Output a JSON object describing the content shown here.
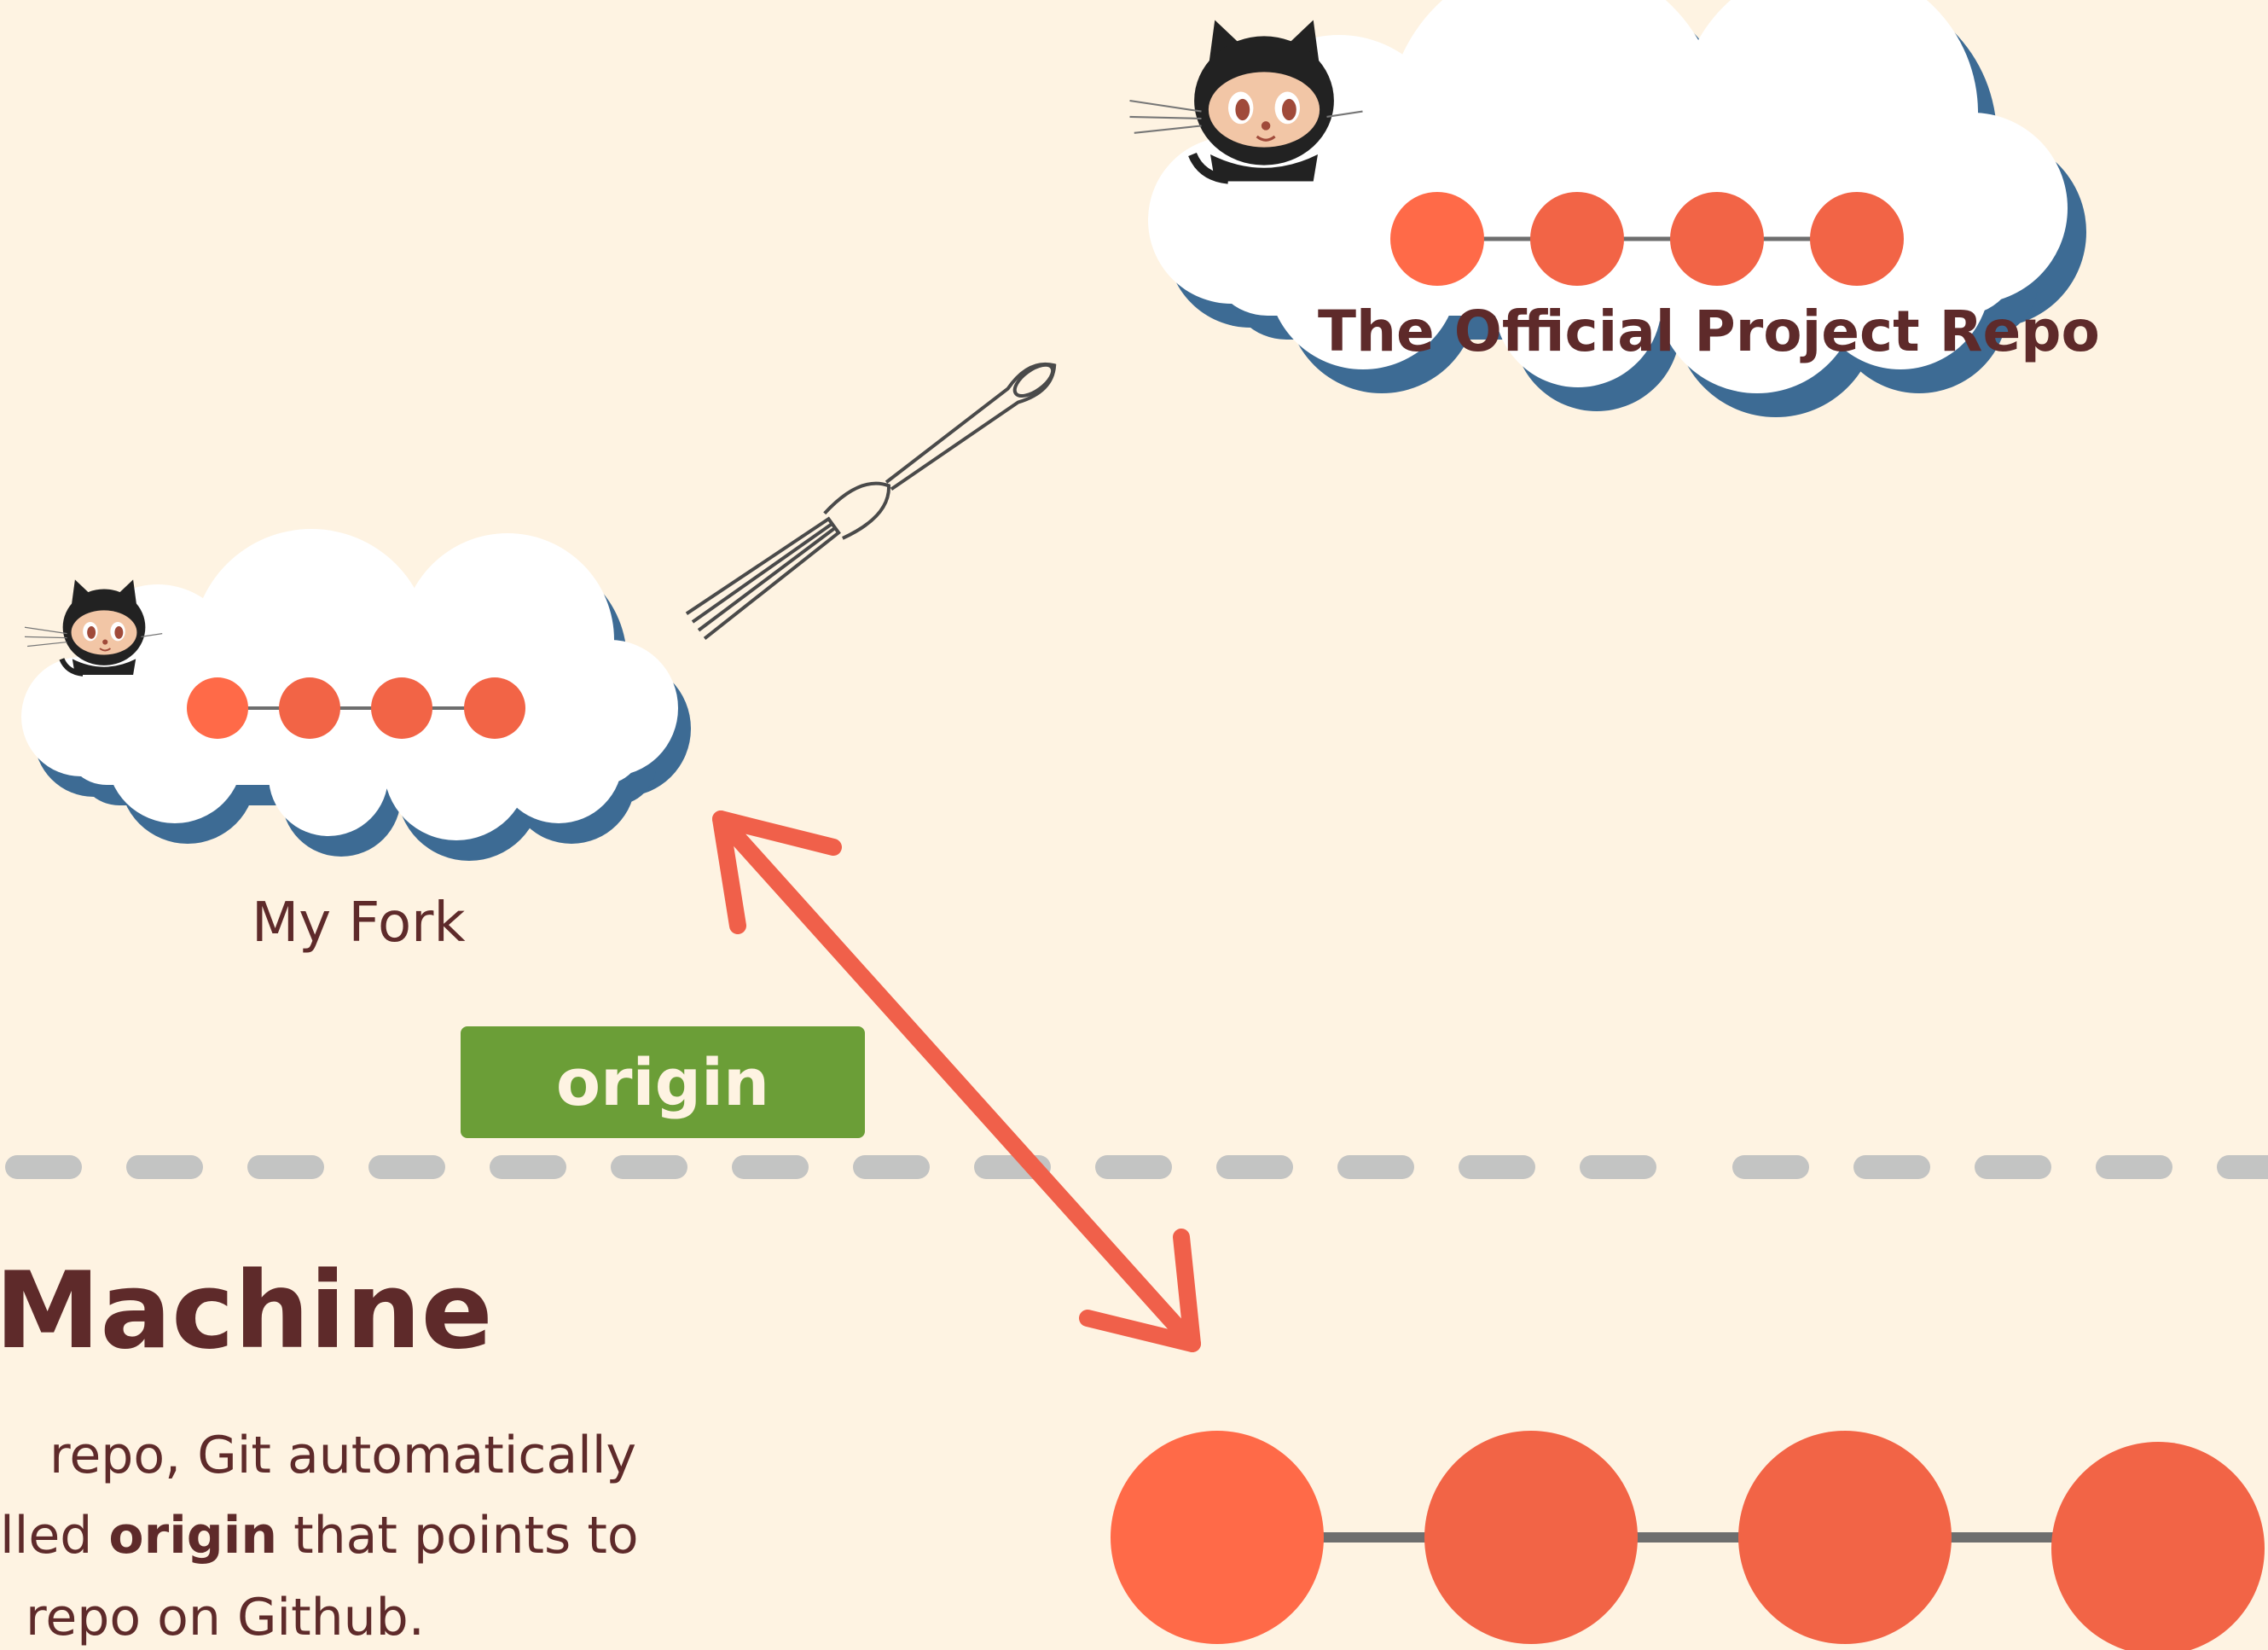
{
  "fork": {
    "label": "My Fork"
  },
  "official": {
    "label": "The Official Project Repo"
  },
  "remote": {
    "label": "origin"
  },
  "local": {
    "title": "Machine",
    "line1": "repo, Git automatically",
    "line2_before": "lled ",
    "line2_bold": "origin",
    "line2_after": " that points to",
    "line3": "repo on Github."
  },
  "colors": {
    "background": "#fef3e2",
    "commit": "#f26446",
    "commit_alt": "#ff6a48",
    "arrow": "#f0604a",
    "cloud_shadow": "#3d6b94",
    "badge": "#6b9e37",
    "divider": "#c3c4c3",
    "text": "#5e2a2a"
  },
  "icons": {
    "mascot": "octocat-icon",
    "fork": "fork-icon"
  }
}
